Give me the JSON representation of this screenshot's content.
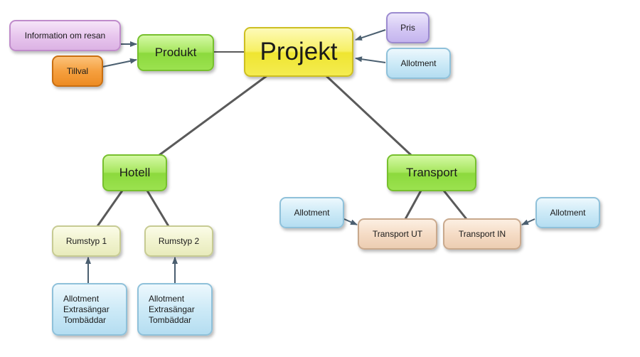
{
  "colors": {
    "root": "#f3ea4a",
    "category": "#9be24f",
    "allotment": "#cdeaf7",
    "info": "#e8c7ee",
    "price": "#d5c9f4",
    "option": "#f5a03f",
    "room": "#f1f3cf",
    "transport_leg": "#f5dcc6",
    "connector": "#5a5a5a",
    "arrow": "#4b5f70"
  },
  "nodes": {
    "projekt": {
      "label": "Projekt"
    },
    "produkt": {
      "label": "Produkt"
    },
    "info": {
      "label": "Information om resan"
    },
    "tillval": {
      "label": "Tillval"
    },
    "pris": {
      "label": "Pris"
    },
    "allotment_projekt": {
      "label": "Allotment"
    },
    "hotell": {
      "label": "Hotell"
    },
    "transport": {
      "label": "Transport"
    },
    "rumstyp1": {
      "label": "Rumstyp 1"
    },
    "rumstyp2": {
      "label": "Rumstyp 2"
    },
    "rum1_detail": {
      "lines": [
        "Allotment",
        "Extrasängar",
        "Tombäddar"
      ]
    },
    "rum2_detail": {
      "lines": [
        "Allotment",
        "Extrasängar",
        "Tombäddar"
      ]
    },
    "allotment_ut": {
      "label": "Allotment"
    },
    "allotment_in": {
      "label": "Allotment"
    },
    "transport_ut": {
      "label": "Transport UT"
    },
    "transport_in": {
      "label": "Transport IN"
    }
  }
}
